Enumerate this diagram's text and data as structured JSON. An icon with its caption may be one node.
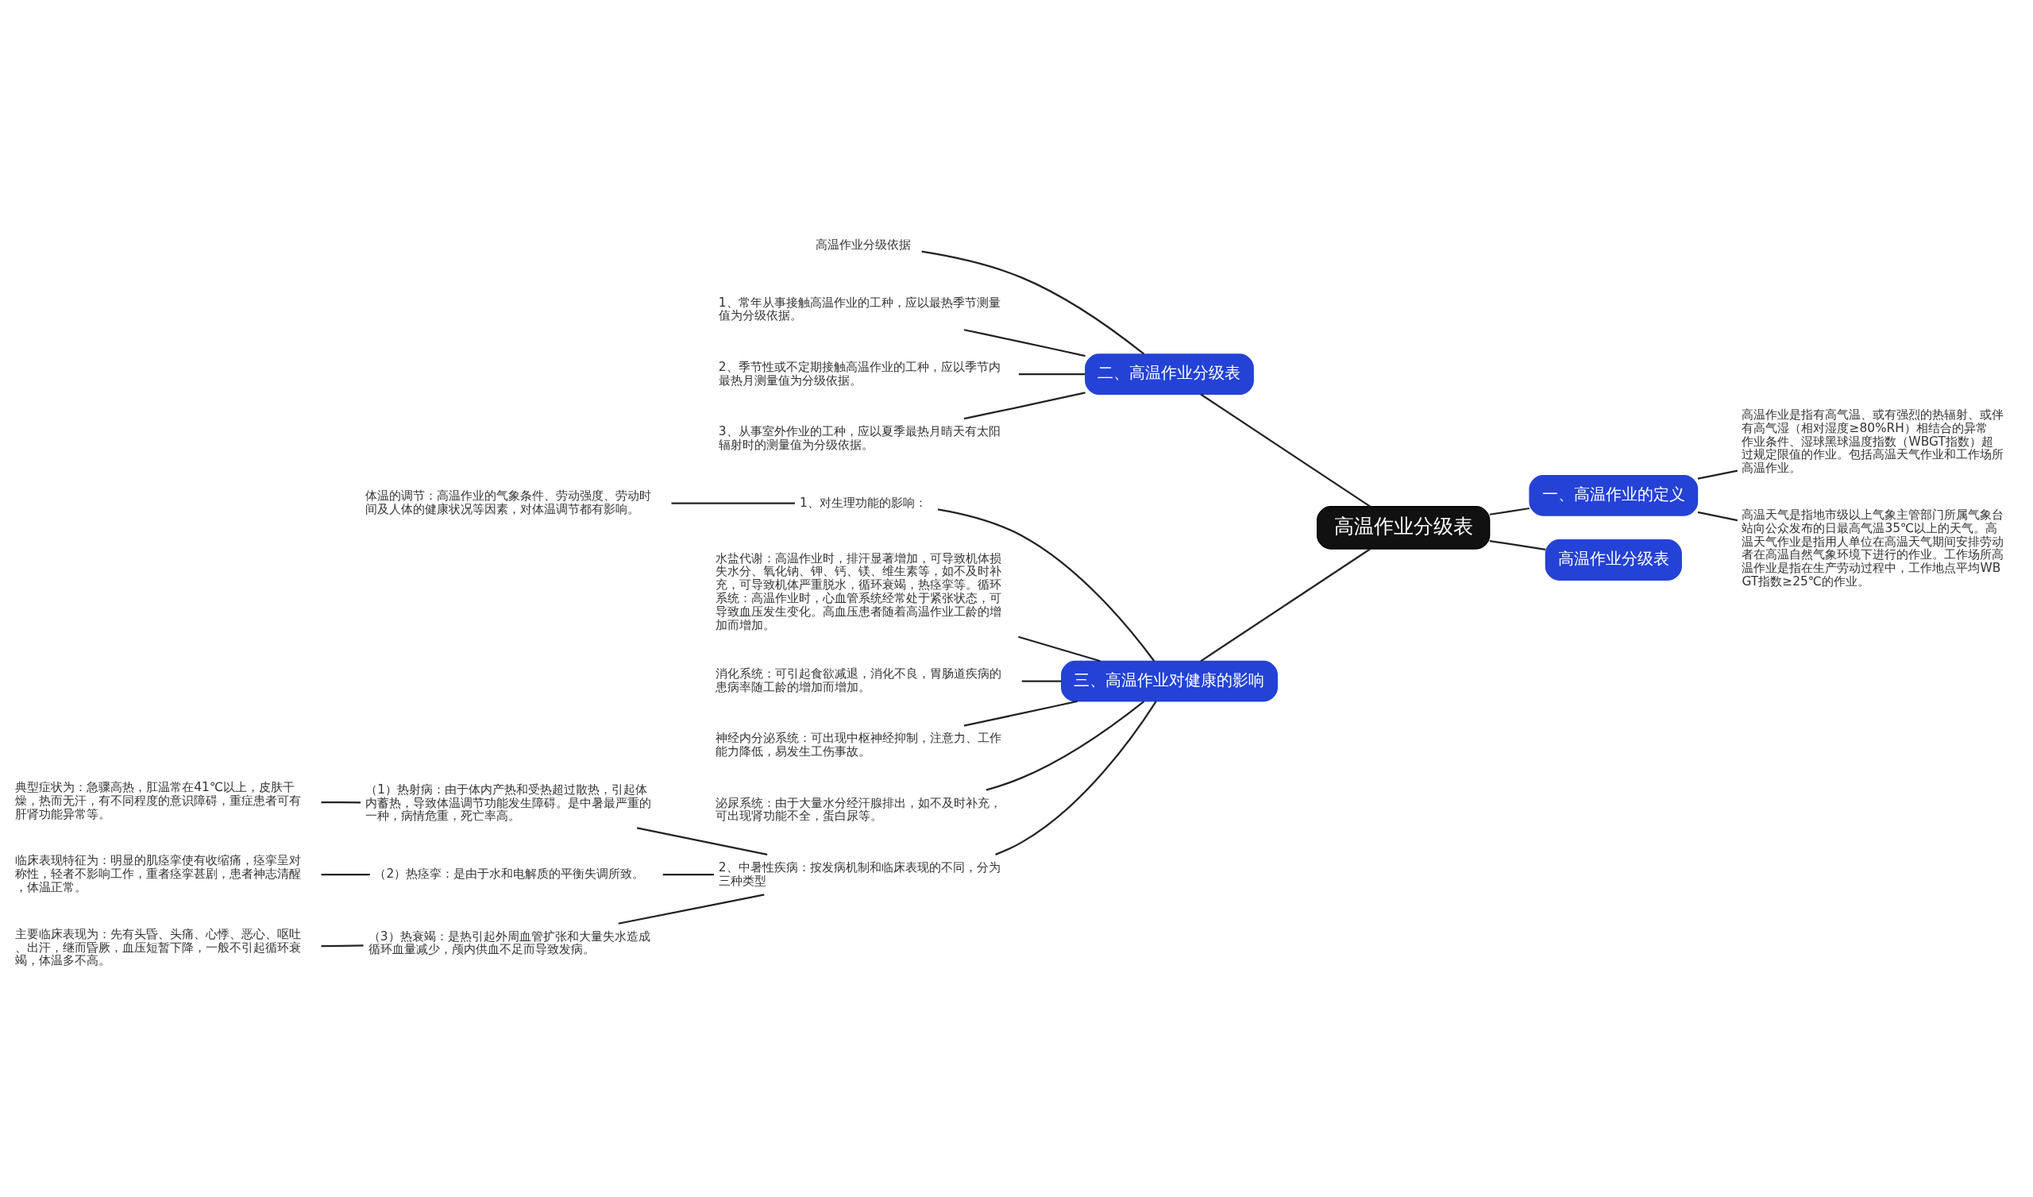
{
  "diagram": {
    "nodes": [
      {
        "text": [
          "高温作业分级表"
        ]
      },
      {
        "text": [
          "一、高温作业的定义"
        ]
      },
      {
        "text": [
          "高温作业是指有高气温、或有强烈的热辐射、或伴有高气湿（相对湿度≥80%RH）相结合的异常作业条件、湿球黑球温度指数（WBGT指数）超过规定限值的作业。包括高温天气作业和工作场所高温作业。"
        ]
      },
      {
        "text": [
          "高温天气是指地市级以上气象主管部门所属气象台站向公众发布的日最高气温35℃以上的天气。高温天气作业是指用人单位在高温天气期间安排劳动者在高温自然气象环境下进行的作业。工作场所高温作业是指在生产劳动过程中，工作地点平均WBGT指数≥25℃的作业。"
        ]
      },
      {
        "text": [
          "高温作业分级表"
        ]
      },
      {
        "text": [
          "二、高温作业分级表"
        ]
      },
      {
        "text": [
          "高温作业分级依据"
        ]
      },
      {
        "text": [
          "1、常年从事接触高温作业的工种，应以最热季节测量值为分级依据。"
        ]
      },
      {
        "text": [
          "2、季节性或不定期接触高温作业的工种，应以季节内最热月测量值为分级依据。"
        ]
      },
      {
        "text": [
          "3、从事室外作业的工种，应以夏季最热月晴天有太阳辐射时的测量值为分级依据。"
        ]
      },
      {
        "text": [
          "三、高温作业对健康的影响"
        ]
      },
      {
        "text": [
          "1、对生理功能的影响："
        ]
      },
      {
        "text": [
          "体温的调节：高温作业的气象条件、劳动强度、劳动时间及人体的健康状况等因素，对体温调节都有影响。"
        ]
      },
      {
        "text": [
          "水盐代谢：高温作业时，排汗显著增加，可导致机体损失水分、氧化钠、钾、钙、镁、维生素等，如不及时补充，可导致机体严重脱水，循环衰竭，热痉挛等。循环系统：高温作业时，心血管系统经常处于紧张状态，可导致血压发生变化。高血压患者随着高温作业工龄的增加而增加。"
        ]
      },
      {
        "text": [
          "消化系统：可引起食欲减退，消化不良，胃肠道疾病的患病率随工龄的增加而增加。"
        ]
      },
      {
        "text": [
          "神经内分泌系统：可出现中枢神经抑制，注意力、工作能力降低，易发生工伤事故。"
        ]
      },
      {
        "text": [
          "泌尿系统：由于大量水分经汗腺排出，如不及时补充，可出现肾功能不全，蛋白尿等。"
        ]
      },
      {
        "text": [
          "2、中暑性疾病：按发病机制和临床表现的不同，分为三种类型"
        ]
      },
      {
        "text": [
          "（1）热射病：由于体内产热和受热超过散热，引起体内蓄热，导致体温调节功能发生障碍。是中暑最严重的一种，病情危重，死亡率高。"
        ]
      },
      {
        "text": [
          "典型症状为：急骤高热，肛温常在41℃以上，皮肤干燥，热而无汗，有不同程度的意识障碍，重症患者可有肝肾功能异常等。"
        ]
      },
      {
        "text": [
          "（2）热痉挛：是由于水和电解质的平衡失调所致。"
        ]
      },
      {
        "text": [
          "临床表现特征为：明显的肌痉挛使有收缩痛，痉挛呈对称性，轻者不影响工作，重者痉挛甚剧，患者神志清醒，体温正常。"
        ]
      },
      {
        "text": [
          "（3）热衰竭：是热引起外周血管扩张和大量失水造成循环血量减少，颅内供血不足而导致发病。"
        ]
      },
      {
        "text": [
          "主要临床表现为：先有头昏、头痛、心悸、恶心、呕吐、出汗，继而昏厥，血压短暂下降，一般不引起循环衰竭，体温多不高。"
        ]
      }
    ],
    "edges": [
      {
        "from": 0,
        "to": 1,
        "arrow": "none"
      },
      {
        "from": 1,
        "to": 2,
        "arrow": "none"
      },
      {
        "from": 1,
        "to": 3,
        "arrow": "none"
      },
      {
        "from": 0,
        "to": 4,
        "arrow": "none"
      },
      {
        "from": 0,
        "to": 5,
        "arrow": "none"
      },
      {
        "from": 5,
        "to": 6,
        "arrow": "none"
      },
      {
        "from": 5,
        "to": 7,
        "arrow": "none"
      },
      {
        "from": 5,
        "to": 8,
        "arrow": "none"
      },
      {
        "from": 5,
        "to": 9,
        "arrow": "none"
      },
      {
        "from": 0,
        "to": 10,
        "arrow": "none"
      },
      {
        "from": 10,
        "to": 11,
        "arrow": "none"
      },
      {
        "from": 11,
        "to": 12,
        "arrow": "none"
      },
      {
        "from": 10,
        "to": 13,
        "arrow": "none"
      },
      {
        "from": 10,
        "to": 14,
        "arrow": "none"
      },
      {
        "from": 10,
        "to": 15,
        "arrow": "none"
      },
      {
        "from": 10,
        "to": 16,
        "arrow": "none"
      },
      {
        "from": 10,
        "to": 17,
        "arrow": "none"
      },
      {
        "from": 17,
        "to": 18,
        "arrow": "none"
      },
      {
        "from": 18,
        "to": 19,
        "arrow": "none"
      },
      {
        "from": 17,
        "to": 20,
        "arrow": "none"
      },
      {
        "from": 20,
        "to": 21,
        "arrow": "none"
      },
      {
        "from": 17,
        "to": 22,
        "arrow": "none"
      },
      {
        "from": 22,
        "to": 23,
        "arrow": "none"
      }
    ]
  }
}
